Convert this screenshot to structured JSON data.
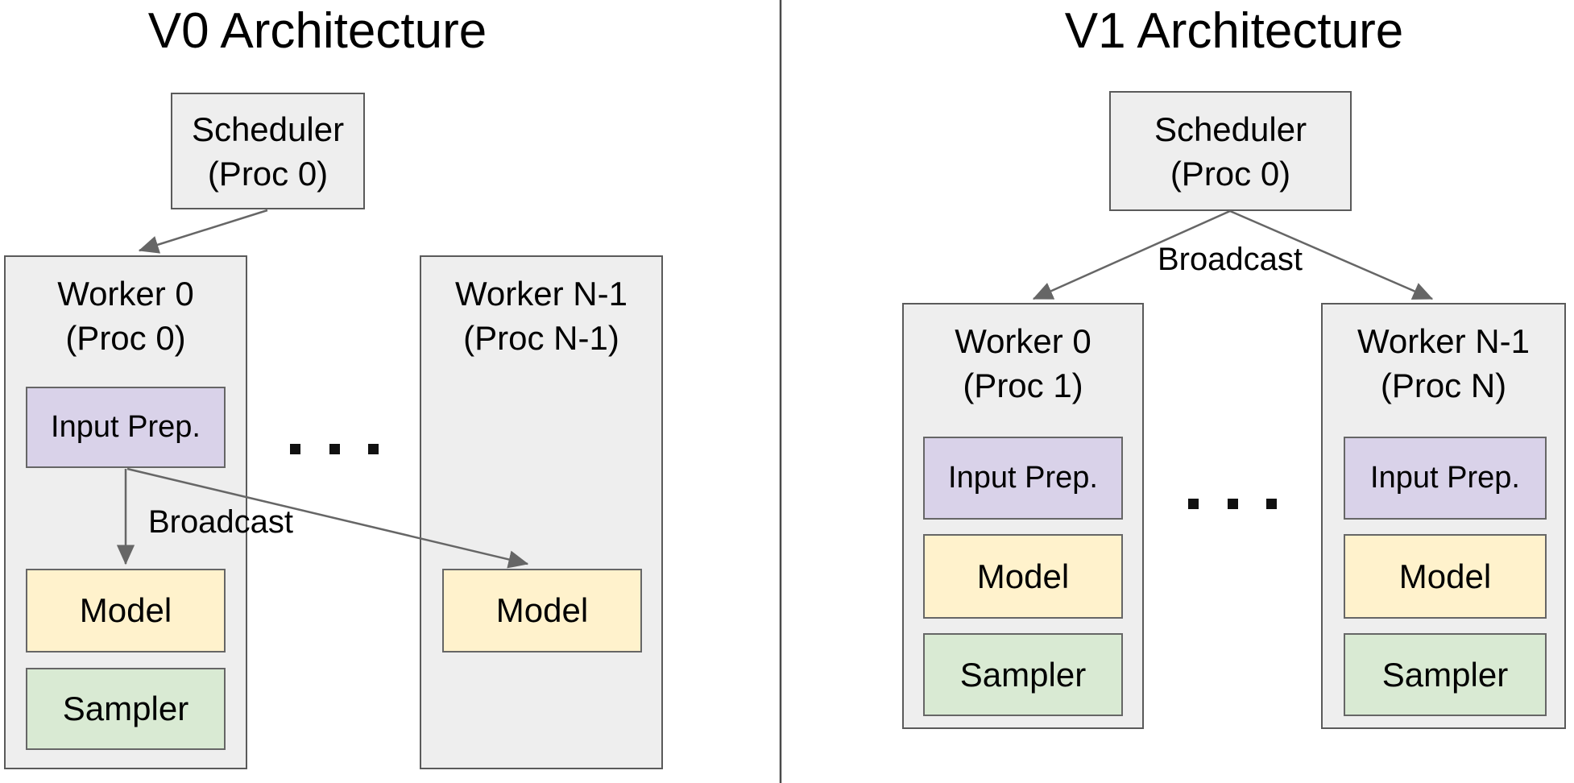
{
  "left": {
    "title": "V0 Architecture",
    "scheduler": {
      "line1": "Scheduler",
      "line2": "(Proc 0)"
    },
    "worker0": {
      "line1": "Worker 0",
      "line2": "(Proc 0)",
      "input_prep": "Input Prep.",
      "model": "Model",
      "sampler": "Sampler"
    },
    "workerN": {
      "line1": "Worker N-1",
      "line2": "(Proc N-1)",
      "model": "Model"
    },
    "broadcast_label": "Broadcast",
    "ellipsis": ". . ."
  },
  "right": {
    "title": "V1 Architecture",
    "scheduler": {
      "line1": "Scheduler",
      "line2": "(Proc 0)"
    },
    "broadcast_label": "Broadcast",
    "worker0": {
      "line1": "Worker 0",
      "line2": "(Proc 1)",
      "input_prep": "Input Prep.",
      "model": "Model",
      "sampler": "Sampler"
    },
    "workerN": {
      "line1": "Worker N-1",
      "line2": "(Proc N)",
      "input_prep": "Input Prep.",
      "model": "Model",
      "sampler": "Sampler"
    },
    "ellipsis": ". . ."
  },
  "colors": {
    "box_fill": "#eeeeee",
    "box_border": "#5a5a5a",
    "inner_border": "#666666",
    "input_prep_fill": "#d9d2e9",
    "model_fill": "#fff2cc",
    "sampler_fill": "#d9ead3",
    "arrow": "#666666",
    "divider": "#4a4a4a",
    "dots": "#111111",
    "text": "#000000",
    "page_bg": "#ffffff"
  }
}
